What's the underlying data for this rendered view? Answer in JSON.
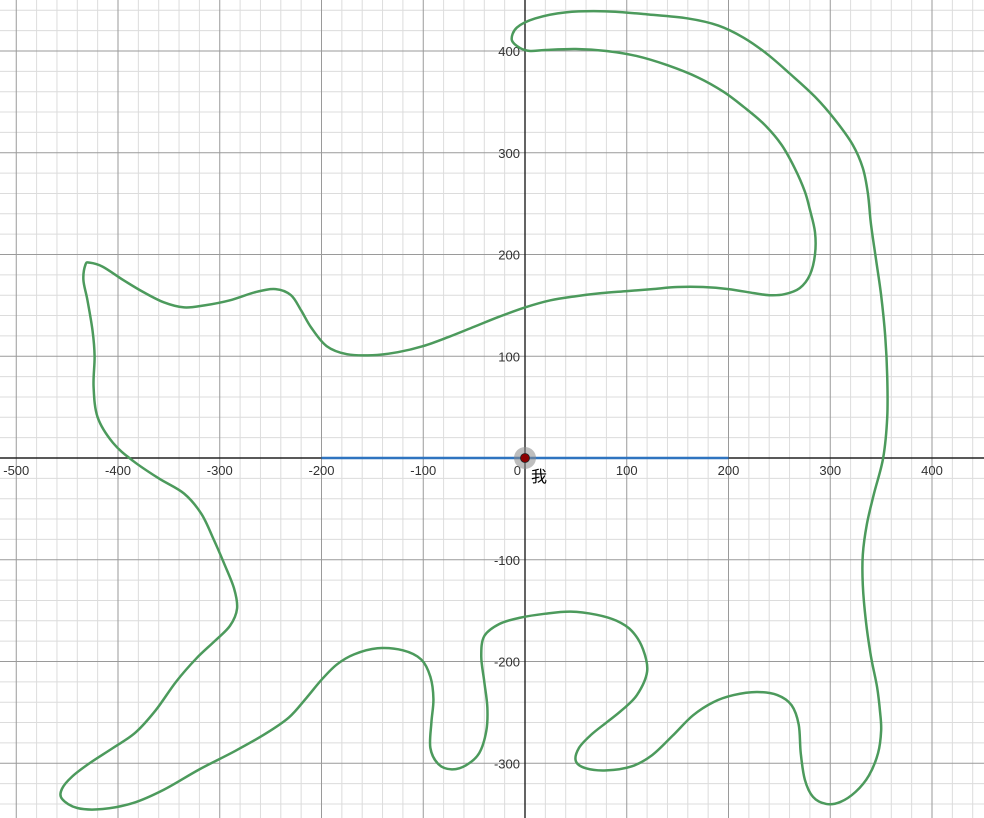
{
  "chart_data": {
    "type": "line",
    "xlim": [
      -500,
      450
    ],
    "ylim": [
      -345,
      440
    ],
    "grid": {
      "major_step": 100,
      "minor_step": 20
    },
    "x_tick_labels": [
      "-500",
      "-400",
      "-300",
      "-200",
      "-100",
      "0",
      "100",
      "200",
      "300",
      "400"
    ],
    "y_tick_labels": [
      "400",
      "300",
      "200",
      "100",
      "-100",
      "-200",
      "-300"
    ],
    "x_ticks": [
      -500,
      -400,
      -300,
      -200,
      -100,
      0,
      100,
      200,
      300,
      400
    ],
    "y_ticks": [
      400,
      300,
      200,
      100,
      -100,
      -200,
      -300
    ],
    "series": [
      {
        "kind": "closed-curve",
        "color": "#4c9a5c",
        "points": [
          [
            -428,
            192
          ],
          [
            -415,
            188
          ],
          [
            -395,
            175
          ],
          [
            -375,
            163
          ],
          [
            -355,
            153
          ],
          [
            -335,
            148
          ],
          [
            -315,
            150
          ],
          [
            -290,
            155
          ],
          [
            -265,
            163
          ],
          [
            -245,
            166
          ],
          [
            -230,
            160
          ],
          [
            -220,
            145
          ],
          [
            -210,
            128
          ],
          [
            -195,
            110
          ],
          [
            -175,
            102
          ],
          [
            -150,
            101
          ],
          [
            -125,
            104
          ],
          [
            -100,
            110
          ],
          [
            -75,
            119
          ],
          [
            -50,
            129
          ],
          [
            -25,
            139
          ],
          [
            0,
            148
          ],
          [
            25,
            155
          ],
          [
            50,
            159
          ],
          [
            75,
            162
          ],
          [
            100,
            164
          ],
          [
            125,
            166
          ],
          [
            150,
            168
          ],
          [
            175,
            168
          ],
          [
            200,
            166
          ],
          [
            225,
            162
          ],
          [
            240,
            160
          ],
          [
            255,
            161
          ],
          [
            270,
            167
          ],
          [
            280,
            180
          ],
          [
            285,
            200
          ],
          [
            285,
            222
          ],
          [
            280,
            244
          ],
          [
            275,
            262
          ],
          [
            265,
            285
          ],
          [
            252,
            308
          ],
          [
            235,
            328
          ],
          [
            215,
            345
          ],
          [
            195,
            360
          ],
          [
            170,
            374
          ],
          [
            140,
            386
          ],
          [
            110,
            395
          ],
          [
            80,
            400
          ],
          [
            50,
            402
          ],
          [
            20,
            401
          ],
          [
            5,
            400
          ],
          [
            -5,
            403
          ],
          [
            -13,
            411
          ],
          [
            -8,
            423
          ],
          [
            10,
            432
          ],
          [
            40,
            438
          ],
          [
            80,
            439
          ],
          [
            120,
            436
          ],
          [
            160,
            432
          ],
          [
            190,
            425
          ],
          [
            215,
            413
          ],
          [
            238,
            397
          ],
          [
            260,
            378
          ],
          [
            285,
            355
          ],
          [
            305,
            332
          ],
          [
            322,
            308
          ],
          [
            332,
            285
          ],
          [
            337,
            260
          ],
          [
            340,
            230
          ],
          [
            345,
            195
          ],
          [
            350,
            160
          ],
          [
            354,
            120
          ],
          [
            356,
            80
          ],
          [
            356,
            40
          ],
          [
            352,
            0
          ],
          [
            343,
            -35
          ],
          [
            336,
            -65
          ],
          [
            332,
            -95
          ],
          [
            332,
            -125
          ],
          [
            335,
            -160
          ],
          [
            340,
            -195
          ],
          [
            346,
            -225
          ],
          [
            349,
            -250
          ],
          [
            350,
            -268
          ],
          [
            347,
            -290
          ],
          [
            338,
            -312
          ],
          [
            325,
            -328
          ],
          [
            310,
            -338
          ],
          [
            296,
            -340
          ],
          [
            283,
            -333
          ],
          [
            275,
            -316
          ],
          [
            271,
            -290
          ],
          [
            269,
            -262
          ],
          [
            262,
            -243
          ],
          [
            248,
            -233
          ],
          [
            228,
            -230
          ],
          [
            205,
            -233
          ],
          [
            185,
            -240
          ],
          [
            165,
            -253
          ],
          [
            145,
            -273
          ],
          [
            125,
            -292
          ],
          [
            105,
            -303
          ],
          [
            80,
            -307
          ],
          [
            60,
            -305
          ],
          [
            50,
            -298
          ],
          [
            53,
            -285
          ],
          [
            65,
            -272
          ],
          [
            80,
            -260
          ],
          [
            95,
            -248
          ],
          [
            110,
            -233
          ],
          [
            120,
            -210
          ],
          [
            116,
            -188
          ],
          [
            105,
            -170
          ],
          [
            90,
            -160
          ],
          [
            70,
            -154
          ],
          [
            45,
            -151
          ],
          [
            20,
            -153
          ],
          [
            -5,
            -157
          ],
          [
            -25,
            -163
          ],
          [
            -40,
            -175
          ],
          [
            -43,
            -195
          ],
          [
            -40,
            -220
          ],
          [
            -37,
            -245
          ],
          [
            -38,
            -268
          ],
          [
            -45,
            -290
          ],
          [
            -58,
            -302
          ],
          [
            -72,
            -306
          ],
          [
            -85,
            -301
          ],
          [
            -93,
            -285
          ],
          [
            -92,
            -260
          ],
          [
            -90,
            -237
          ],
          [
            -93,
            -215
          ],
          [
            -102,
            -198
          ],
          [
            -120,
            -189
          ],
          [
            -145,
            -187
          ],
          [
            -168,
            -193
          ],
          [
            -185,
            -203
          ],
          [
            -200,
            -218
          ],
          [
            -215,
            -236
          ],
          [
            -232,
            -255
          ],
          [
            -255,
            -271
          ],
          [
            -285,
            -288
          ],
          [
            -320,
            -306
          ],
          [
            -355,
            -326
          ],
          [
            -385,
            -339
          ],
          [
            -415,
            -345
          ],
          [
            -440,
            -344
          ],
          [
            -455,
            -335
          ],
          [
            -455,
            -325
          ],
          [
            -445,
            -313
          ],
          [
            -428,
            -300
          ],
          [
            -405,
            -285
          ],
          [
            -383,
            -270
          ],
          [
            -363,
            -248
          ],
          [
            -343,
            -220
          ],
          [
            -323,
            -197
          ],
          [
            -305,
            -180
          ],
          [
            -290,
            -165
          ],
          [
            -283,
            -148
          ],
          [
            -286,
            -128
          ],
          [
            -296,
            -103
          ],
          [
            -306,
            -80
          ],
          [
            -318,
            -55
          ],
          [
            -335,
            -35
          ],
          [
            -360,
            -20
          ],
          [
            -385,
            -3
          ],
          [
            -405,
            15
          ],
          [
            -420,
            40
          ],
          [
            -424,
            70
          ],
          [
            -423,
            100
          ],
          [
            -425,
            125
          ],
          [
            -430,
            155
          ],
          [
            -434,
            175
          ],
          [
            -432,
            190
          ]
        ]
      },
      {
        "kind": "segment",
        "color": "#2f74c0",
        "points": [
          [
            -200,
            0
          ],
          [
            200,
            0
          ]
        ]
      }
    ],
    "annotations": [
      {
        "text": "我",
        "x": 0,
        "y": 0,
        "marker_color": "#8b0000"
      }
    ]
  }
}
